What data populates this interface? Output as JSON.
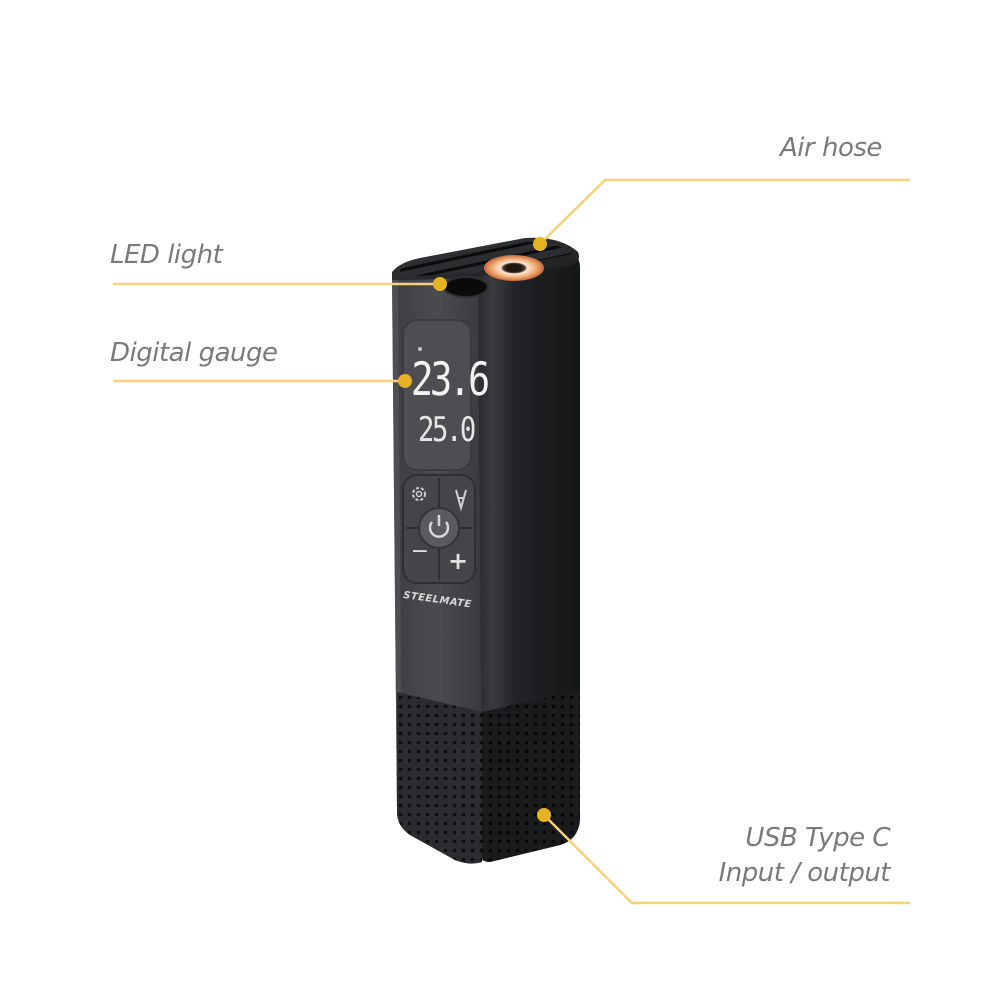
{
  "callouts": [
    {
      "id": "air-hose",
      "label": "Air hose"
    },
    {
      "id": "led-light",
      "label": "LED light"
    },
    {
      "id": "digital-gauge",
      "label": "Digital gauge"
    },
    {
      "id": "usb-type-c",
      "label_line1": "USB Type  C",
      "label_line2": "Input / output"
    }
  ],
  "device": {
    "display": {
      "current_pressure": "23.6",
      "target_pressure": "25.0"
    },
    "buttons": [
      {
        "name": "mode",
        "icon": "gear-icon"
      },
      {
        "name": "light",
        "icon": "light-icon"
      },
      {
        "name": "power",
        "icon": "power-icon"
      },
      {
        "name": "minus",
        "glyph": "−"
      },
      {
        "name": "plus",
        "glyph": "+"
      }
    ],
    "brand": "STEELMATE"
  },
  "colors": {
    "callout_line": "#f5d27a",
    "callout_dot": "#e6b422",
    "label_text": "#7a7a7a",
    "body_dark": "#1e1f21",
    "body_front": "#2f3033",
    "nozzle_copper": "#e89a5c"
  }
}
